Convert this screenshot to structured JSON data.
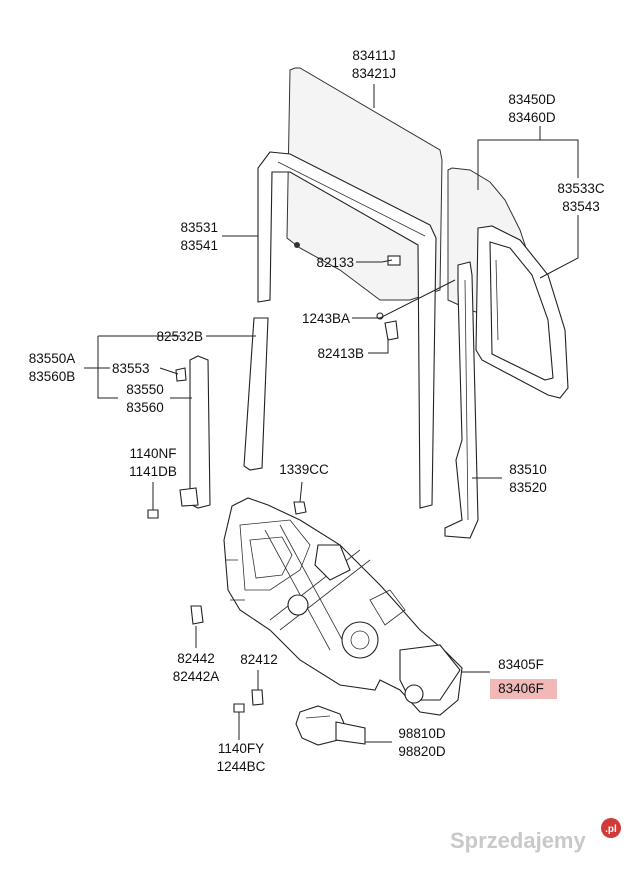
{
  "diagram": {
    "labels": {
      "p83411": [
        "83411J",
        "83421J"
      ],
      "p83450": [
        "83450D",
        "83460D"
      ],
      "p83533": [
        "83533C",
        "83543"
      ],
      "p83531": [
        "83531",
        "83541"
      ],
      "p82133": [
        "82133"
      ],
      "p1243": [
        "1243BA"
      ],
      "p82413": [
        "82413B"
      ],
      "p82532": [
        "82532B"
      ],
      "p83550a": [
        "83550A",
        "83560B"
      ],
      "p83553": [
        "83553"
      ],
      "p83550": [
        "83550",
        "83560"
      ],
      "p1140nf": [
        "1140NF",
        "1141DB"
      ],
      "p1339": [
        "1339CC"
      ],
      "p83510": [
        "83510",
        "83520"
      ],
      "p83405": [
        "83405F",
        "83406F"
      ],
      "p82442": [
        "82442",
        "82442A"
      ],
      "p82412": [
        "82412"
      ],
      "p1140fy": [
        "1140FY",
        "1244BC"
      ],
      "p98810": [
        "98810D",
        "98820D"
      ]
    },
    "highlight_color": "#f2b8b8"
  },
  "watermark": {
    "text": "Sprzedajemy",
    "suffix": ".pl",
    "badge_color": "#d23a3a"
  }
}
